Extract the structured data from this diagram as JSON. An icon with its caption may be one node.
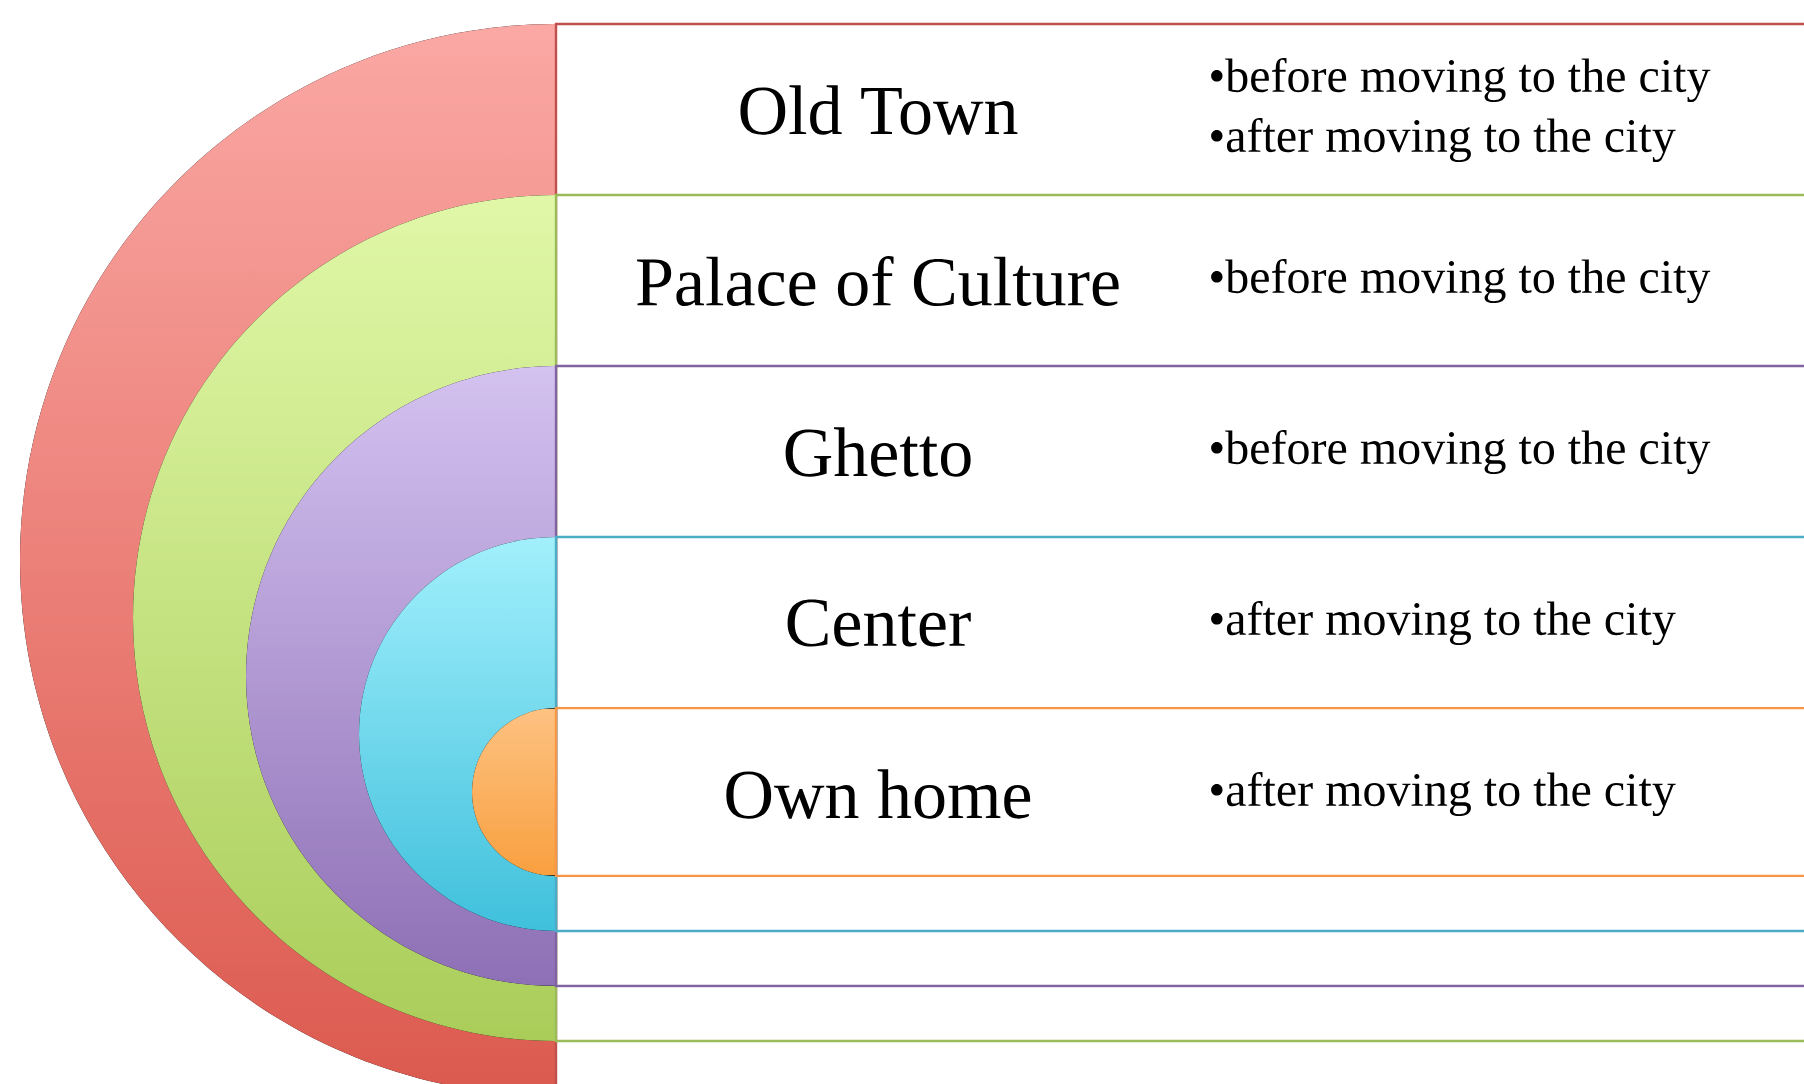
{
  "diagram": {
    "nodes": [
      {
        "text": [
          "Old Town",
          "•before moving to the city",
          "•after moving to the city"
        ]
      },
      {
        "text": [
          "Palace of Culture",
          "•before moving to the city"
        ],
        "in": 0
      },
      {
        "text": [
          "Ghetto",
          "•before moving to the city"
        ],
        "in": 1
      },
      {
        "text": [
          "Center",
          "•after moving to the city"
        ],
        "in": 2
      },
      {
        "text": [
          "Own home",
          "•after moving to the city"
        ],
        "in": 3
      }
    ]
  }
}
